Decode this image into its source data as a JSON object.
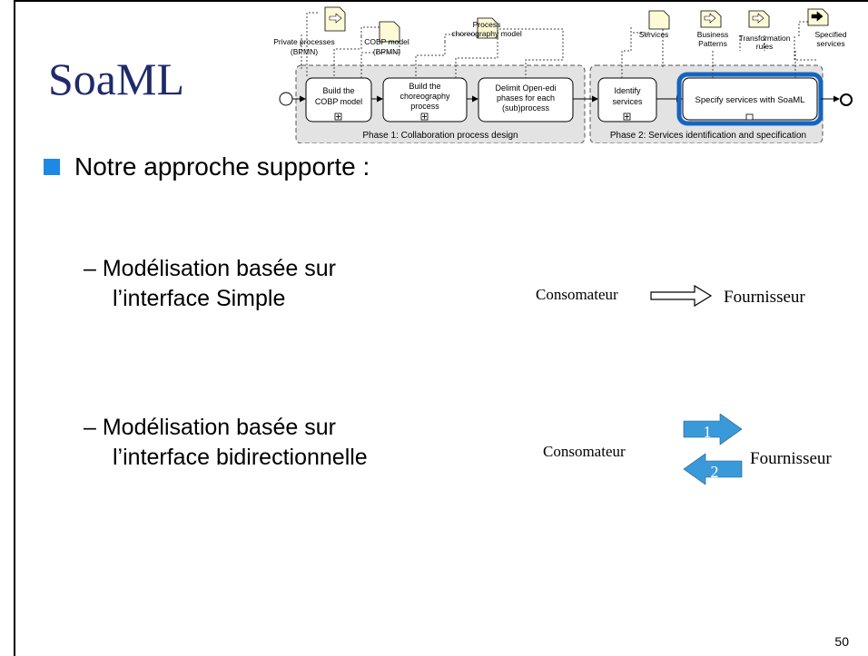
{
  "slide": {
    "title": "SoaML",
    "bullet": "Notre approche supporte :",
    "items": [
      {
        "line1": "– Modélisation basée sur",
        "line2": "l’interface Simple"
      },
      {
        "line1": "– Modélisation basée sur",
        "line2": "l’interface bidirectionnelle"
      }
    ],
    "page_number": "50"
  },
  "simple_diagram": {
    "consumer": "Consomateur",
    "provider": "Fournisseur"
  },
  "bidirectional_diagram": {
    "consumer": "Consomateur",
    "provider": "Fournisseur",
    "arrow1": "1",
    "arrow2": "2"
  },
  "process_diagram": {
    "artifacts": [
      {
        "l1": "Private processes",
        "l2": "(BPMN)"
      },
      {
        "l1": "COBP model",
        "l2": "(BPMN)"
      },
      {
        "l1": "Process",
        "l2": "choreography model"
      },
      {
        "l1": "Services",
        "l2": ""
      },
      {
        "l1": "Business",
        "l2": "Patterns"
      },
      {
        "l1": "Transformation",
        "l2": "rules"
      },
      {
        "l1": "Specified",
        "l2": "services"
      }
    ],
    "tasks": [
      {
        "l1": "Build the",
        "l2": "COBP model",
        "l3": ""
      },
      {
        "l1": "Build the",
        "l2": "choreography",
        "l3": "process"
      },
      {
        "l1": "Delimit Open-edi",
        "l2": "phases for each",
        "l3": "(sub)process"
      },
      {
        "l1": "Identify",
        "l2": "services",
        "l3": ""
      },
      {
        "l1": "Specify services with SoaML",
        "l2": "",
        "l3": ""
      }
    ],
    "phases": [
      "Phase 1: Collaboration process design",
      "Phase 2: Services identification and specification"
    ]
  },
  "colors": {
    "title": "#1f2a6b",
    "bullet": "#1e88e5",
    "arrow_fill": "#3a9ad9",
    "highlight": "#1565c0",
    "artifact": "#fdfbd6"
  }
}
